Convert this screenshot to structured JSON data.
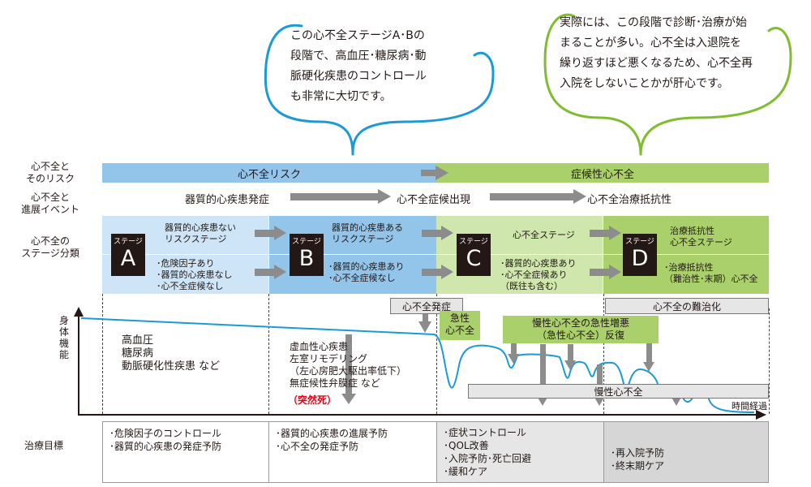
{
  "bubbles": {
    "left": [
      "この心不全ステージA･Bの",
      "段階で、高血圧･糖尿病･動",
      "脈硬化疾患のコントロール",
      "も非常に大切です。"
    ],
    "right": [
      "実際には、この段階で診断･治療が始",
      "まることが多い。心不全は入退院を",
      "繰り返すほど悪くなるため、心不全再",
      "入院をしないことかが肝心です。"
    ]
  },
  "row_labels": {
    "risk": [
      "心不全と",
      "そのリスク"
    ],
    "events": [
      "心不全と",
      "進展イベント"
    ],
    "stages": [
      "心不全の",
      "ステージ分類"
    ],
    "function": [
      "身体",
      "機能"
    ],
    "goals": "治療目標"
  },
  "bands": {
    "risk": "心不全リスク",
    "symptomatic": "症候性心不全"
  },
  "events": [
    "器質的心疾患発症",
    "心不全症候出現",
    "心不全治療抵抗性"
  ],
  "stages": [
    {
      "prefix": "ステージ",
      "letter": "A",
      "title": [
        "器質的心疾患ない",
        "リスクステージ"
      ],
      "items": [
        "･危険因子あり",
        "･器質的心疾患なし",
        "･心不全症候なし"
      ]
    },
    {
      "prefix": "ステージ",
      "letter": "B",
      "title": [
        "器質的心疾患ある",
        "リスクステージ"
      ],
      "items": [
        "･器質的心疾患あり",
        "･心不全症候なし"
      ]
    },
    {
      "prefix": "ステージ",
      "letter": "C",
      "title": [
        "心不全ステージ"
      ],
      "items": [
        "･器質的心疾患あり",
        "･心不全症候あり",
        "（既往も含む）"
      ]
    },
    {
      "prefix": "ステージ",
      "letter": "D",
      "title": [
        "治療抵抗性",
        "心不全ステージ"
      ],
      "items": [
        "･治療抵抗性",
        "（難治性･末期）心不全"
      ]
    }
  ],
  "graph": {
    "stage_a_diseases": [
      "高血圧",
      "糖尿病",
      "動脈硬化性疾患 など"
    ],
    "stage_b_diseases": [
      "虚血性心疾患",
      "左室リモデリング",
      "（左心房肥大駆出率低下）",
      "無症候性弁膜症 など"
    ],
    "sudden_death": "（突然死）",
    "onset": "心不全発症",
    "acute": [
      "急性",
      "心不全"
    ],
    "acute_exacerbation": [
      "慢性心不全の急性増悪",
      "（急性心不全）反復"
    ],
    "refractory": "心不全の難治化",
    "chronic": "慢性心不全",
    "time_axis": "時間経過"
  },
  "goals": [
    [
      "･危険因子のコントロール",
      "･器質的心疾患の発症予防"
    ],
    [
      "･器質的心疾患の進展予防",
      "･心不全の発症予防"
    ],
    [
      "･症状コントロール",
      "･QOL改善",
      "･入院予防･死亡回避",
      "･緩和ケア"
    ],
    [
      "･再入院予防",
      "･終末期ケア"
    ]
  ],
  "colors": {
    "blue": "#1b9ad6",
    "light_blue": "#cde5f6",
    "mid_blue": "#93c4ea",
    "green": "#7fbd2f",
    "light_green": "#cfe6ad",
    "mid_green": "#a9d06a",
    "dark": "#231815",
    "red": "#e60012"
  }
}
